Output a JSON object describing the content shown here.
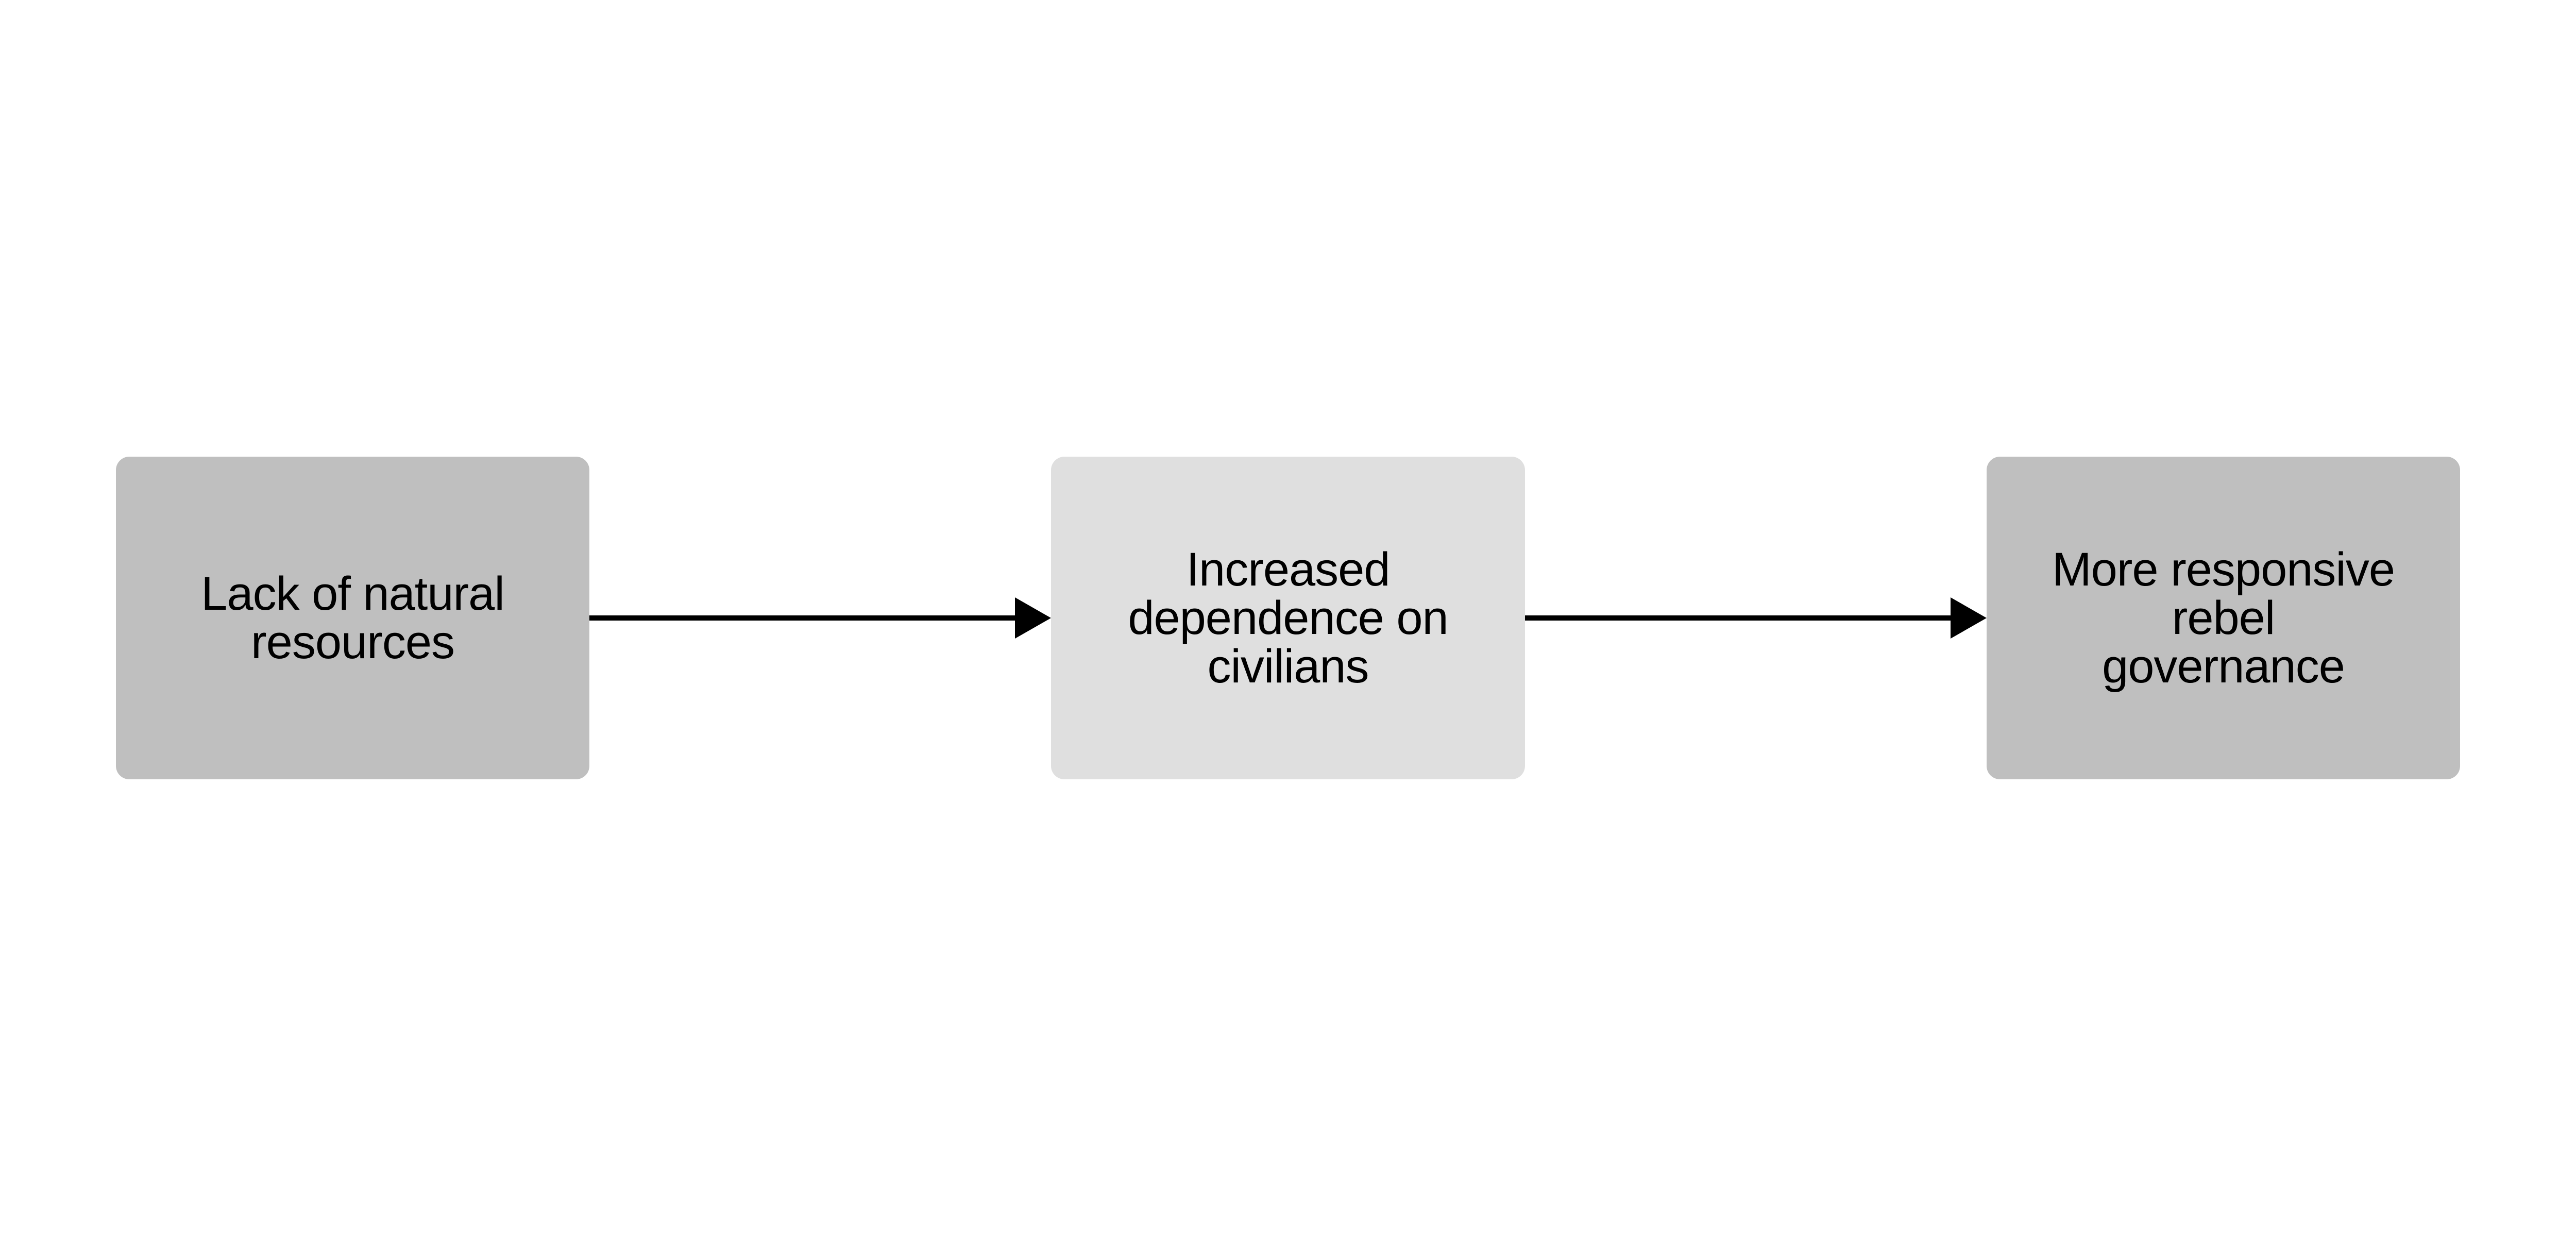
{
  "nodes": [
    {
      "id": "lack-resources",
      "label": "Lack of natural\nresources",
      "fill": "#bfbfbf"
    },
    {
      "id": "dependence",
      "label": "Increased\ndependence on\ncivilians",
      "fill": "#dfdfdf"
    },
    {
      "id": "governance",
      "label": "More responsive\nrebel\ngovernance",
      "fill": "#bfbfbf"
    }
  ],
  "edges": [
    {
      "from": "lack-resources",
      "to": "dependence"
    },
    {
      "from": "dependence",
      "to": "governance"
    }
  ]
}
